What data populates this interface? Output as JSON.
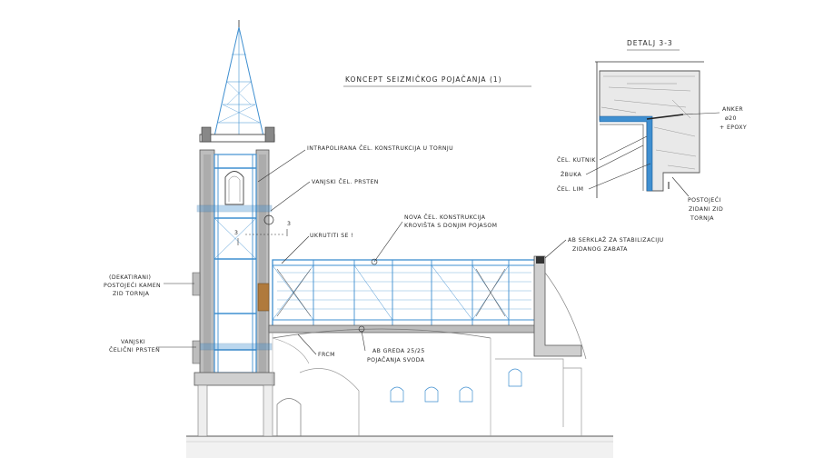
{
  "title": "KONCEPT SEIZMIČKOG POJAČANJA (1)",
  "detail_title": "DETALJ 3-3",
  "colors": {
    "steel_blue": "#3f8fd0",
    "ink": "#333333",
    "masonry_grey": "#8a8a8a",
    "timber": "#b07a3c",
    "paper": "#ffffff"
  },
  "section_marks": [
    "3",
    "3"
  ],
  "labels": {
    "l_intrapolirana": "INTRAPOLIRANA ČEL. KONSTRUKCIJA U TORNJU",
    "l_vanjski_cel_prsten": "VANJSKI ČEL. PRSTEN",
    "l_ukrutiti": "UKRUTITI SE !",
    "l_nova_cel_konstrukcija_1": "NOVA ČEL. KONSTRUKCIJA",
    "l_nova_cel_konstrukcija_2": "KROVIŠTA S DONJIM POJASOM",
    "l_ab_serklaz_1": "AB SERKLAŽ ZA STABILIZACIJU",
    "l_ab_serklaz_2": "ZIDANOG ZABATA",
    "l_dekatirani_1": "(DEKATIRANI)",
    "l_dekatirani_2": "POSTOJEĆI KAMEN",
    "l_dekatirani_3": "ZID TORNJA",
    "l_vanjski_celicni_1": "VANJSKI",
    "l_vanjski_celicni_2": "ČELIČNI PRSTEN",
    "l_frcm": "FRCM",
    "l_ab_greda_1": "AB GREDA 25/25",
    "l_ab_greda_2": "POJAČANJA SVODA"
  },
  "detail_labels": {
    "anker_1": "ANKER",
    "anker_2": "ø20",
    "anker_3": "+ EPOXY",
    "cel_kutnik": "ČEL. KUTNIK",
    "zbuka": "ŽBUKA",
    "cel_lim": "ČEL. LIM",
    "postojeci_1": "POSTOJEĆI",
    "postojeci_2": "ZIDANI ZID",
    "postojeci_3": "TORNJA"
  }
}
